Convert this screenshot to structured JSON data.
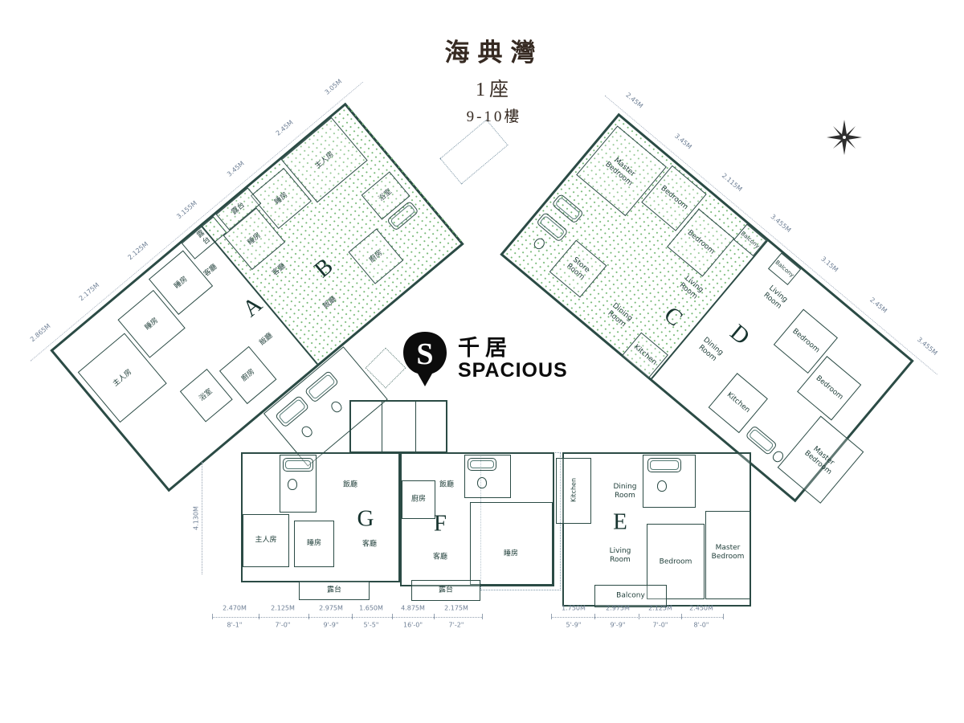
{
  "header": {
    "estate": "海典灣",
    "tower": "1座",
    "floors": "9-10樓"
  },
  "watermark": {
    "symbol": "S",
    "brand_cn": "千居",
    "brand_en": "SPACIOUS"
  },
  "units": {
    "A": {
      "letter": "A",
      "master": "主人房",
      "bedroom1": "睡房",
      "bedroom2": "睡房",
      "living": "客廳",
      "dining": "飯廳",
      "kitchen": "廚房",
      "bath": "浴室",
      "balcony": "露台"
    },
    "B": {
      "letter": "B",
      "master": "主人房",
      "bedroom1": "睡房",
      "bedroom2": "睡房",
      "living": "客廳",
      "dining": "飯廳",
      "kitchen": "廚房",
      "bath": "浴室",
      "balcony": "露台"
    },
    "C": {
      "letter": "C",
      "master": "Master\nBedroom",
      "bedroom1": "Bedroom",
      "bedroom2": "Bedroom",
      "living": "Living\nRoom",
      "dining": "Dining\nRoom",
      "store": "Store\nRoom",
      "kitchen": "Kitchen",
      "balcony": "Balcony"
    },
    "D": {
      "letter": "D",
      "living": "Living\nRoom",
      "bedroom1": "Bedroom",
      "bedroom2": "Bedroom",
      "master": "Master\nBedroom",
      "dining": "Dining\nRoom",
      "kitchen": "Kitchen",
      "balcony": "Balcony"
    },
    "E": {
      "letter": "E",
      "dining": "Dining\nRoom",
      "living": "Living\nRoom",
      "bedroom": "Bedroom",
      "master": "Master\nBedroom",
      "balcony": "Balcony",
      "kitchen": "Kitchen"
    },
    "F": {
      "letter": "F",
      "dining": "飯廳",
      "living": "客廳",
      "bedroom": "睡房",
      "kitchen": "廚房",
      "balcony": "露台"
    },
    "G": {
      "letter": "G",
      "dining": "飯廳",
      "master": "主人房",
      "bedroom": "睡房",
      "living": "客廳",
      "balcony": "露台"
    }
  },
  "dimensions": {
    "bottom_left": [
      {
        "m": "2.470M",
        "ft": "8'-1\""
      },
      {
        "m": "2.125M",
        "ft": "7'-0\""
      },
      {
        "m": "2.975M",
        "ft": "9'-9\""
      },
      {
        "m": "1.650M",
        "ft": "5'-5\""
      },
      {
        "m": "4.875M",
        "ft": "16'-0\""
      },
      {
        "m": "2.175M",
        "ft": "7'-2\""
      }
    ],
    "bottom_right": [
      {
        "m": "1.750M",
        "ft": "5'-9\""
      },
      {
        "m": "2.975M",
        "ft": "9'-9\""
      },
      {
        "m": "2.125M",
        "ft": "7'-0\""
      },
      {
        "m": "2.450M",
        "ft": "8'-0\""
      }
    ],
    "left_wing_edge": [
      "2.865M",
      "2.175M",
      "2.125M",
      "3.155M",
      "3.45M",
      "2.45M",
      "3.05M"
    ],
    "right_wing_edge": [
      "2.45M",
      "3.45M",
      "2.115M",
      "3.455M",
      "3.15M",
      "2.45M",
      "3.455M"
    ],
    "left_vertical": "4.130M"
  },
  "colors": {
    "wall": "#2b4b45",
    "highlight_dot": "#74b874",
    "dim_text": "#6e7f95",
    "title_text": "#362a22"
  }
}
